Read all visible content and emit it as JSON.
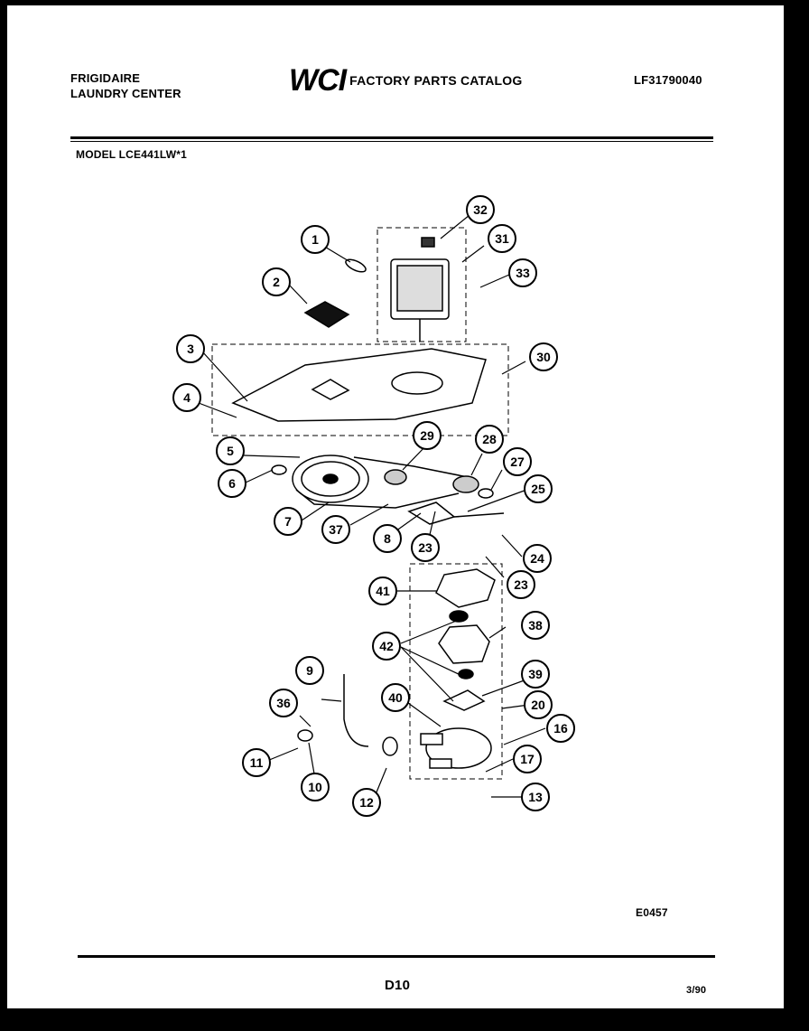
{
  "header": {
    "brand_line1": "FRIGIDAIRE",
    "brand_line2": "LAUNDRY CENTER",
    "logo_text": "WCI",
    "catalog_title": "FACTORY PARTS CATALOG",
    "catalog_number": "LF31790040"
  },
  "model_line": "MODEL LCE441LW*1",
  "diagram_code": "E0457",
  "footer": {
    "page_number": "D10",
    "date": "3/90"
  },
  "callouts": {
    "c1": "1",
    "c2": "2",
    "c3": "3",
    "c4": "4",
    "c5": "5",
    "c6": "6",
    "c7": "7",
    "c8": "8",
    "c9": "9",
    "c10": "10",
    "c11": "11",
    "c12": "12",
    "c13": "13",
    "c16": "16",
    "c17": "17",
    "c20": "20",
    "c23a": "23",
    "c23b": "23",
    "c24": "24",
    "c25": "25",
    "c27": "27",
    "c28": "28",
    "c29": "29",
    "c30": "30",
    "c31": "31",
    "c32": "32",
    "c33": "33",
    "c36": "36",
    "c37": "37",
    "c38": "38",
    "c39": "39",
    "c40": "40",
    "c41": "41",
    "c42": "42"
  }
}
